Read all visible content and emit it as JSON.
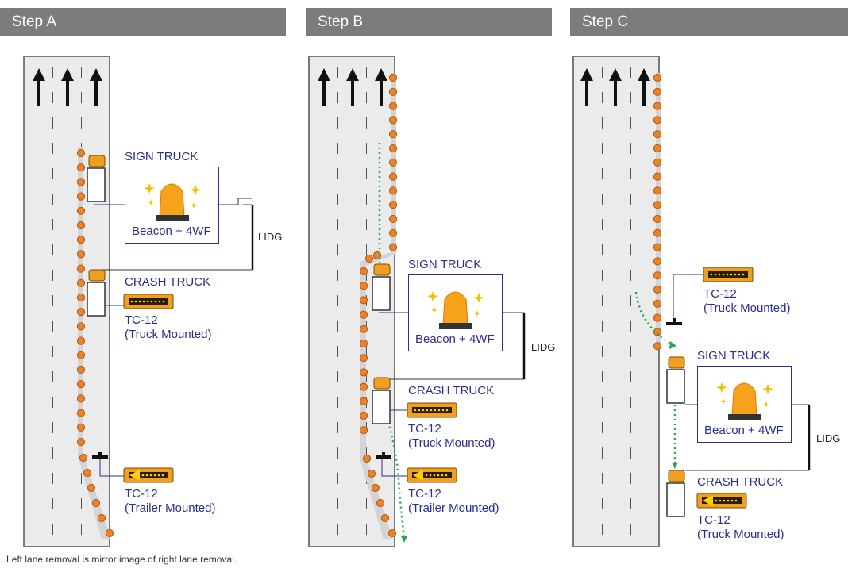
{
  "steps": [
    {
      "title": "Step A",
      "sign_truck": "SIGN TRUCK",
      "beacon": "Beacon + 4WF",
      "lidg": "LIDG",
      "crash_truck": "CRASH TRUCK",
      "tc1_name": "TC-12",
      "tc1_mount": "(Truck Mounted)",
      "tc2_name": "TC-12",
      "tc2_mount": "(Trailer Mounted)"
    },
    {
      "title": "Step B",
      "sign_truck": "SIGN TRUCK",
      "beacon": "Beacon + 4WF",
      "lidg": "LIDG",
      "crash_truck": "CRASH TRUCK",
      "tc1_name": "TC-12",
      "tc1_mount": "(Truck Mounted)",
      "tc2_name": "TC-12",
      "tc2_mount": "(Trailer Mounted)"
    },
    {
      "title": "Step C",
      "tc0_name": "TC-12",
      "tc0_mount": "(Truck Mounted)",
      "sign_truck": "SIGN TRUCK",
      "beacon": "Beacon + 4WF",
      "lidg": "LIDG",
      "crash_truck": "CRASH TRUCK",
      "tc1_name": "TC-12",
      "tc1_mount": "(Truck Mounted)"
    }
  ],
  "footnote": "Left lane removal is mirror image of right lane removal.",
  "colors": {
    "header": "#7a7c7e",
    "label": "#2a2f8f",
    "cone": "#e9822a",
    "truck": "#f0a020",
    "path": "#2aa84a"
  }
}
